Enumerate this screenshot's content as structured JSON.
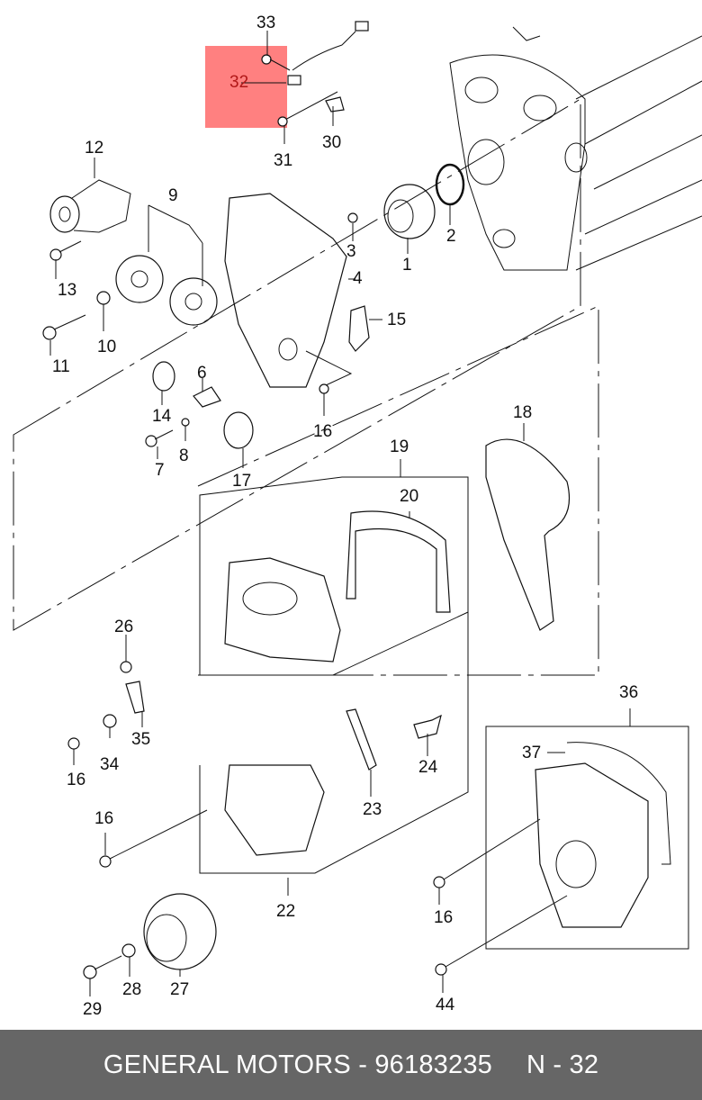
{
  "diagram": {
    "title": "Timing belt / front cover exploded view",
    "highlight_color": "#ff8080",
    "highlighted_part": "32",
    "callouts": [
      {
        "id": "c33",
        "label": "33"
      },
      {
        "id": "c32",
        "label": "32"
      },
      {
        "id": "c31",
        "label": "31"
      },
      {
        "id": "c30",
        "label": "30"
      },
      {
        "id": "c12",
        "label": "12"
      },
      {
        "id": "c9",
        "label": "9"
      },
      {
        "id": "c13",
        "label": "13"
      },
      {
        "id": "c10",
        "label": "10"
      },
      {
        "id": "c11",
        "label": "11"
      },
      {
        "id": "c3",
        "label": "3"
      },
      {
        "id": "c1",
        "label": "1"
      },
      {
        "id": "c2",
        "label": "2"
      },
      {
        "id": "c4",
        "label": "4"
      },
      {
        "id": "c15",
        "label": "15"
      },
      {
        "id": "c6",
        "label": "6"
      },
      {
        "id": "c14",
        "label": "14"
      },
      {
        "id": "c16a",
        "label": "16"
      },
      {
        "id": "c8",
        "label": "8"
      },
      {
        "id": "c7",
        "label": "7"
      },
      {
        "id": "c17",
        "label": "17"
      },
      {
        "id": "c18",
        "label": "18"
      },
      {
        "id": "c19",
        "label": "19"
      },
      {
        "id": "c20",
        "label": "20"
      },
      {
        "id": "c26",
        "label": "26"
      },
      {
        "id": "c35",
        "label": "35"
      },
      {
        "id": "c34",
        "label": "34"
      },
      {
        "id": "c16b",
        "label": "16"
      },
      {
        "id": "c23",
        "label": "23"
      },
      {
        "id": "c24",
        "label": "24"
      },
      {
        "id": "c16c",
        "label": "16"
      },
      {
        "id": "c22",
        "label": "22"
      },
      {
        "id": "c36",
        "label": "36"
      },
      {
        "id": "c37",
        "label": "37"
      },
      {
        "id": "c16d",
        "label": "16"
      },
      {
        "id": "c29",
        "label": "29"
      },
      {
        "id": "c28",
        "label": "28"
      },
      {
        "id": "c27",
        "label": "27"
      },
      {
        "id": "c44",
        "label": "44"
      }
    ]
  },
  "footer": {
    "brand_part": "GENERAL MOTORS - 96183235",
    "ref": "N - 32",
    "background": "#666666"
  }
}
